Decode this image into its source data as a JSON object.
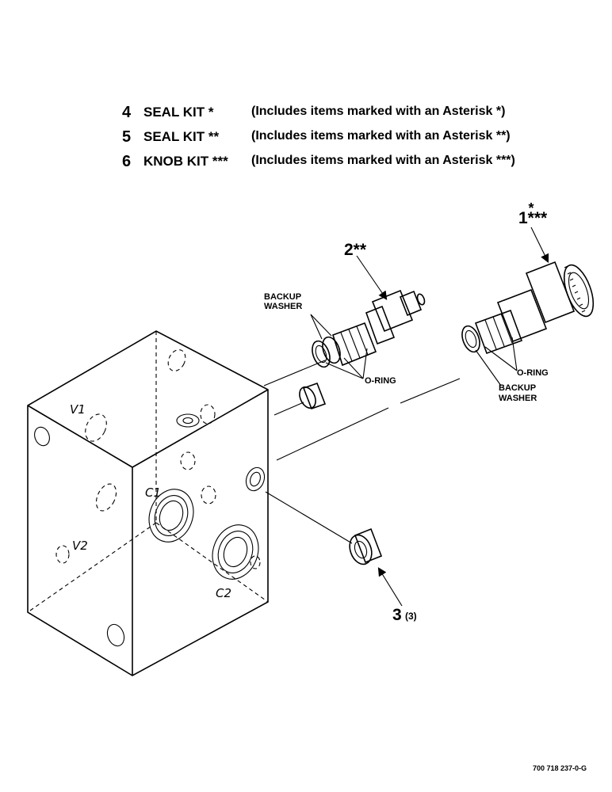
{
  "kits": [
    {
      "number": "4",
      "name": "SEAL KIT *",
      "description": "(Includes items marked with an Asterisk *)"
    },
    {
      "number": "5",
      "name": "SEAL KIT **",
      "description": "(Includes items marked with an Asterisk **)"
    },
    {
      "number": "6",
      "name": "KNOB KIT ***",
      "description": "(Includes items marked with an Asterisk ***)"
    }
  ],
  "callouts": {
    "item1_star": "*",
    "item1": "1***",
    "item2": "2**",
    "item3": "3",
    "item3_qty": "(3)"
  },
  "labels": {
    "backup_washer_left_1": "BACKUP",
    "backup_washer_left_2": "WASHER",
    "o_ring_left": "O-RING",
    "o_ring_right": "O-RING",
    "backup_washer_right_1": "BACKUP",
    "backup_washer_right_2": "WASHER"
  },
  "port_labels": {
    "v1": "V1",
    "v2": "V2",
    "c1": "C1",
    "c2": "C2"
  },
  "figure_number": "700 718 237-0-G"
}
